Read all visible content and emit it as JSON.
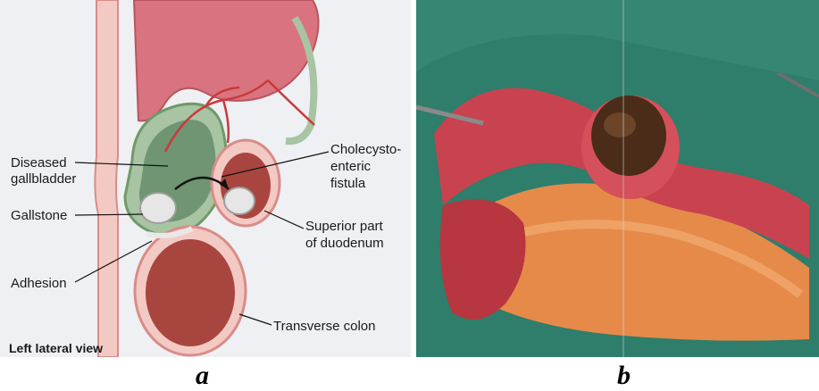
{
  "panel_a": {
    "labels": {
      "diseased_line1": "Diseased",
      "diseased_line2": "gallbladder",
      "gallstone": "Gallstone",
      "adhesion": "Adhesion",
      "fistula_line1": "Cholecysto-",
      "fistula_line2": "enteric",
      "fistula_line3": "fistula",
      "duodenum_line1": "Superior part",
      "duodenum_line2": "of duodenum",
      "colon": "Transverse colon",
      "view": "Left lateral view"
    }
  },
  "captions": {
    "a": "a",
    "b": "b"
  },
  "colors": {
    "diagram_background": "#eef0f4",
    "liver": "#d9737f",
    "gallbladder": "#a8c4a3",
    "colon_interior": "#a9453f",
    "surgical_drape": "#2f7d6b",
    "bowel": "#c8434f",
    "gallstone_dark": "#4a2c18"
  }
}
